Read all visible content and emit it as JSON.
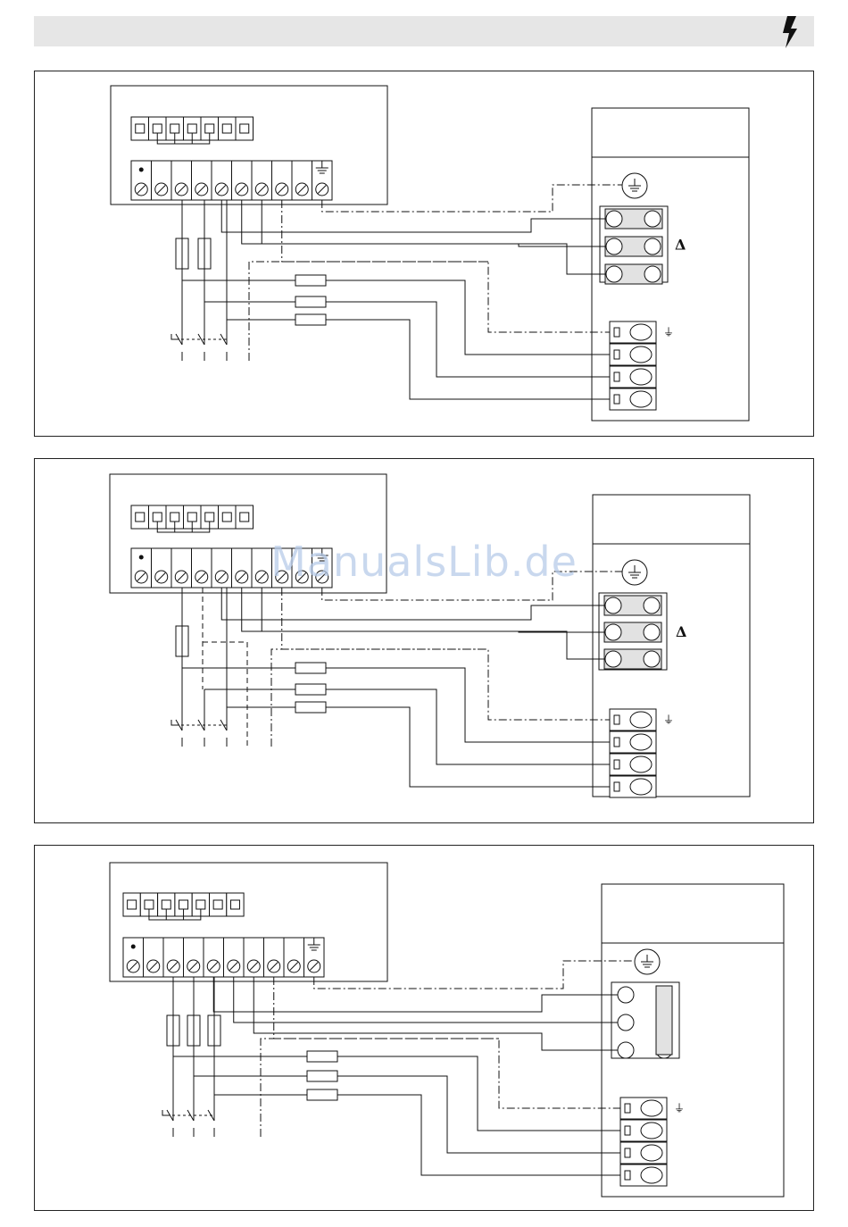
{
  "header": {
    "icon": "lightning-bolt-icon"
  },
  "watermark": {
    "text": "ManualsLib.de"
  },
  "diagrams": [
    {
      "id": "diagram-1",
      "motor_connection": "Δ",
      "earth_symbol": "⏚"
    },
    {
      "id": "diagram-2",
      "motor_connection": "Δ",
      "earth_symbol": "⏚"
    },
    {
      "id": "diagram-3",
      "motor_connection": "",
      "earth_symbol": "⏚"
    }
  ],
  "colors": {
    "line": "#111111",
    "header_bar": "#e6e6e6",
    "terminal_fill": "#e2e2e2",
    "watermark": "#b7cbe9"
  }
}
